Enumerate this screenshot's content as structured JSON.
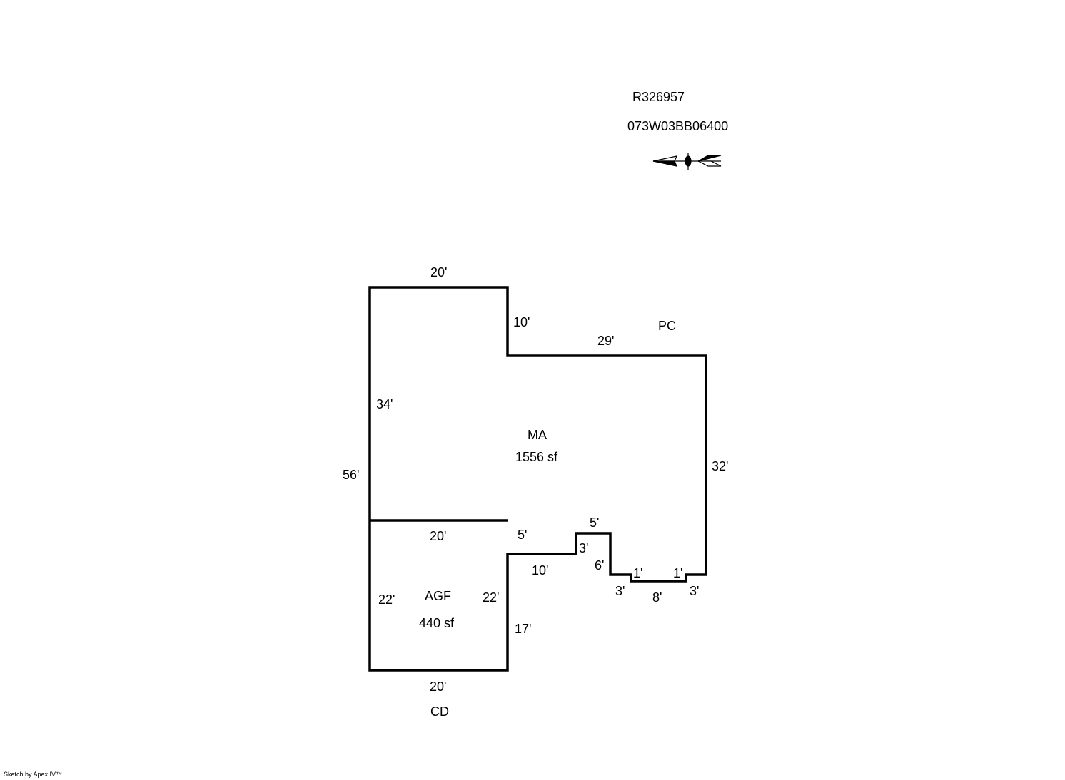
{
  "header": {
    "account_id": "R326957",
    "map_tax_lot": "073W03BB06400"
  },
  "compass": {
    "icon": "north-arrow-icon"
  },
  "areas": [
    {
      "code": "MA",
      "area": "1556 sf"
    },
    {
      "code": "AGF",
      "area": "440 sf"
    }
  ],
  "area_labels": {
    "pc": "PC",
    "cd": "CD"
  },
  "dimensions": {
    "ma_top": "20'",
    "ma_notch_vertical": "10'",
    "ma_upper_right": "29'",
    "ma_left_upper": "34'",
    "overall_left": "56'",
    "ma_right": "32'",
    "step_5_left": "5'",
    "step_5_top": "5'",
    "step_3": "3'",
    "step_10": "10'",
    "step_6": "6'",
    "step_1_left": "1'",
    "step_1_right": "1'",
    "step_3_left": "3'",
    "step_8": "8'",
    "step_3_right": "3'",
    "agf_top": "20'",
    "agf_left": "22'",
    "agf_right": "22'",
    "agf_side_17": "17'",
    "agf_bottom": "20'"
  },
  "footer": {
    "credit": "Sketch by Apex IV™"
  },
  "colors": {
    "line": "#000000",
    "background": "#ffffff"
  }
}
